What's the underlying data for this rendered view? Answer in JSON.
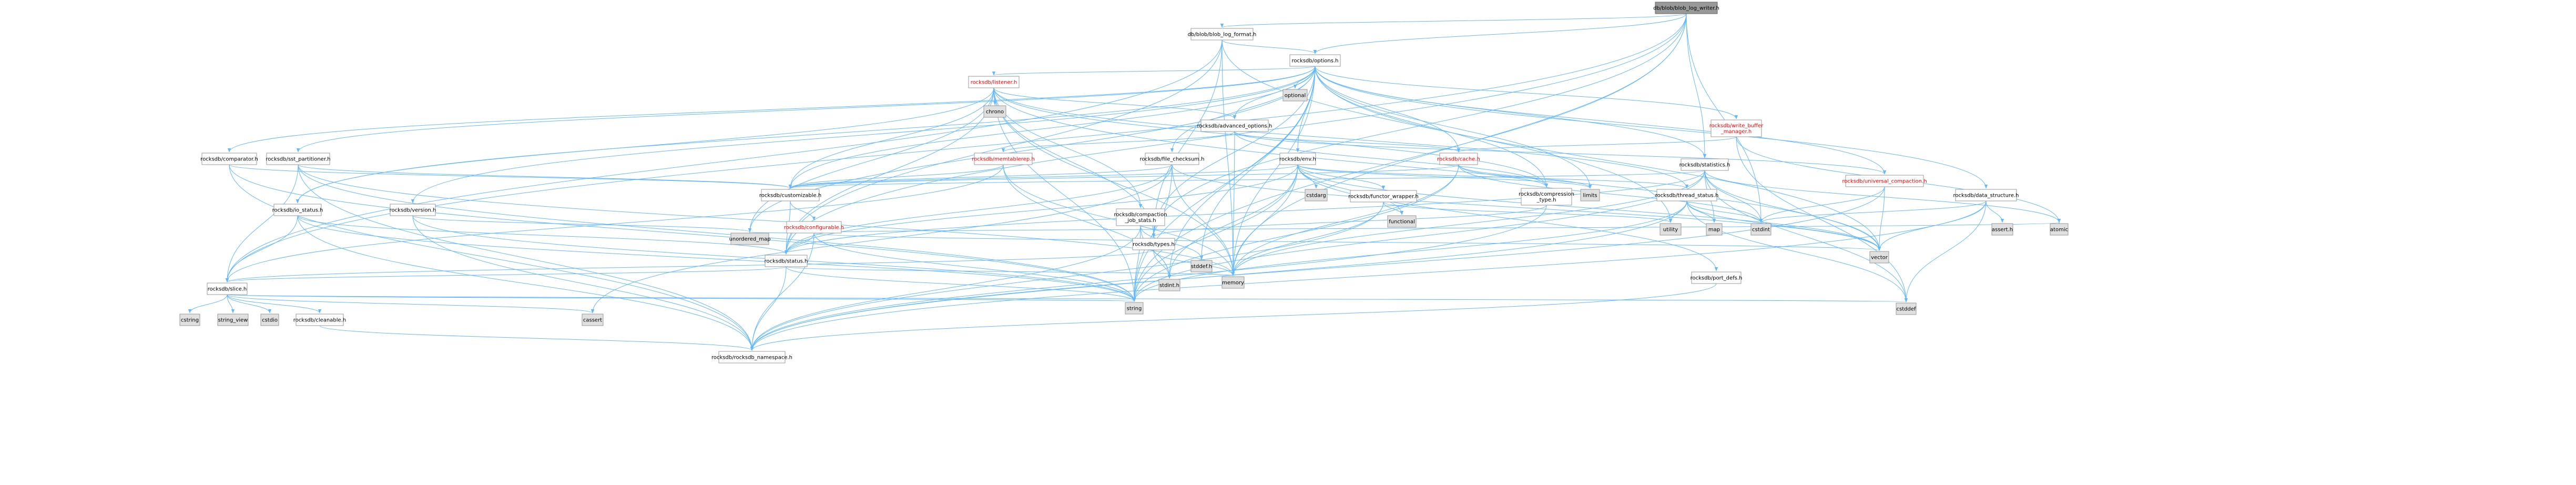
{
  "graph": {
    "colors": {
      "root_fill": "#999999",
      "root_border": "#666666",
      "node_fill": "#ffffff",
      "node_border": "#999999",
      "sys_fill": "#e0e0e0",
      "sys_border": "#999999",
      "red_text": "#ff0000",
      "edge": "#63b8ff"
    },
    "nodes": [
      {
        "id": "root",
        "label": "db/blob/blob_log_writer.h",
        "kind": "root"
      },
      {
        "id": "blf",
        "label": "db/blob/blob_log_format.h",
        "kind": "file"
      },
      {
        "id": "opt",
        "label": "rocksdb/options.h",
        "kind": "file"
      },
      {
        "id": "optional",
        "label": "optional",
        "kind": "sys"
      },
      {
        "id": "listener",
        "label": "rocksdb/listener.h",
        "kind": "red"
      },
      {
        "id": "chrono",
        "label": "chrono",
        "kind": "sys"
      },
      {
        "id": "advopt",
        "label": "rocksdb/advanced_options.h",
        "kind": "file"
      },
      {
        "id": "memtablerep",
        "label": "rocksdb/memtablerep.h",
        "kind": "red"
      },
      {
        "id": "fchk",
        "label": "rocksdb/file_checksum.h",
        "kind": "file"
      },
      {
        "id": "env",
        "label": "rocksdb/env.h",
        "kind": "file"
      },
      {
        "id": "cache",
        "label": "rocksdb/cache.h",
        "kind": "red"
      },
      {
        "id": "statistics",
        "label": "rocksdb/statistics.h",
        "kind": "file"
      },
      {
        "id": "wbm",
        "label": "rocksdb/write_buffer\n_manager.h",
        "kind": "red"
      },
      {
        "id": "comparator",
        "label": "rocksdb/comparator.h",
        "kind": "file"
      },
      {
        "id": "sstp",
        "label": "rocksdb/sst_partitioner.h",
        "kind": "file"
      },
      {
        "id": "customizable",
        "label": "rocksdb/customizable.h",
        "kind": "file"
      },
      {
        "id": "configurable",
        "label": "rocksdb/configurable.h",
        "kind": "red"
      },
      {
        "id": "iostatus",
        "label": "rocksdb/io_status.h",
        "kind": "file"
      },
      {
        "id": "version",
        "label": "rocksdb/version.h",
        "kind": "file"
      },
      {
        "id": "cjs",
        "label": "rocksdb/compaction\n_job_stats.h",
        "kind": "file"
      },
      {
        "id": "cstdarg",
        "label": "cstdarg",
        "kind": "sys"
      },
      {
        "id": "fw",
        "label": "rocksdb/functor_wrapper.h",
        "kind": "file"
      },
      {
        "id": "ct",
        "label": "rocksdb/compression\n_type.h",
        "kind": "file"
      },
      {
        "id": "limits",
        "label": "limits",
        "kind": "sys"
      },
      {
        "id": "threadstatus",
        "label": "rocksdb/thread_status.h",
        "kind": "file"
      },
      {
        "id": "uc",
        "label": "rocksdb/universal_compaction.h",
        "kind": "red"
      },
      {
        "id": "ds",
        "label": "rocksdb/data_structure.h",
        "kind": "file"
      },
      {
        "id": "types",
        "label": "rocksdb/types.h",
        "kind": "file"
      },
      {
        "id": "status",
        "label": "rocksdb/status.h",
        "kind": "file"
      },
      {
        "id": "unordered_map",
        "label": "unordered_map",
        "kind": "sys"
      },
      {
        "id": "stdint",
        "label": "stdint.h",
        "kind": "sys"
      },
      {
        "id": "stddef",
        "label": "stddef.h",
        "kind": "sys"
      },
      {
        "id": "functional",
        "label": "functional",
        "kind": "sys"
      },
      {
        "id": "utility",
        "label": "utility",
        "kind": "sys"
      },
      {
        "id": "map",
        "label": "map",
        "kind": "sys"
      },
      {
        "id": "cstdint",
        "label": "cstdint",
        "kind": "sys"
      },
      {
        "id": "assert",
        "label": "assert.h",
        "kind": "sys"
      },
      {
        "id": "atomic",
        "label": "atomic",
        "kind": "sys"
      },
      {
        "id": "vector",
        "label": "vector",
        "kind": "sys"
      },
      {
        "id": "memory",
        "label": "memory",
        "kind": "sys"
      },
      {
        "id": "portdefs",
        "label": "rocksdb/port_defs.h",
        "kind": "file"
      },
      {
        "id": "slice",
        "label": "rocksdb/slice.h",
        "kind": "file"
      },
      {
        "id": "cassert",
        "label": "cassert",
        "kind": "sys"
      },
      {
        "id": "cstring",
        "label": "cstring",
        "kind": "sys"
      },
      {
        "id": "string_view",
        "label": "string_view",
        "kind": "sys"
      },
      {
        "id": "cstdio",
        "label": "cstdio",
        "kind": "sys"
      },
      {
        "id": "cleanable",
        "label": "rocksdb/cleanable.h",
        "kind": "file"
      },
      {
        "id": "string",
        "label": "string",
        "kind": "sys"
      },
      {
        "id": "cstddef",
        "label": "cstddef",
        "kind": "sys"
      },
      {
        "id": "ns",
        "label": "rocksdb/rocksdb_namespace.h",
        "kind": "file"
      }
    ],
    "edges": [
      [
        "root",
        "blf"
      ],
      [
        "root",
        "opt"
      ],
      [
        "root",
        "slice"
      ],
      [
        "root",
        "status"
      ],
      [
        "root",
        "types"
      ],
      [
        "root",
        "memory"
      ],
      [
        "root",
        "string"
      ],
      [
        "root",
        "cstdint"
      ],
      [
        "root",
        "statistics"
      ],
      [
        "blf",
        "opt"
      ],
      [
        "blf",
        "slice"
      ],
      [
        "blf",
        "status"
      ],
      [
        "blf",
        "types"
      ],
      [
        "blf",
        "memory"
      ],
      [
        "blf",
        "utility"
      ],
      [
        "opt",
        "optional"
      ],
      [
        "opt",
        "listener"
      ],
      [
        "opt",
        "advopt"
      ],
      [
        "opt",
        "fchk"
      ],
      [
        "opt",
        "env"
      ],
      [
        "opt",
        "cache"
      ],
      [
        "opt",
        "statistics"
      ],
      [
        "opt",
        "wbm"
      ],
      [
        "opt",
        "comparator"
      ],
      [
        "opt",
        "sstp"
      ],
      [
        "opt",
        "customizable"
      ],
      [
        "opt",
        "iostatus"
      ],
      [
        "opt",
        "version"
      ],
      [
        "opt",
        "ct"
      ],
      [
        "opt",
        "ds"
      ],
      [
        "opt",
        "types"
      ],
      [
        "opt",
        "uc"
      ],
      [
        "opt",
        "limits"
      ],
      [
        "opt",
        "unordered_map"
      ],
      [
        "opt",
        "stdint"
      ],
      [
        "opt",
        "stddef"
      ],
      [
        "opt",
        "vector"
      ],
      [
        "opt",
        "memory"
      ],
      [
        "opt",
        "string"
      ],
      [
        "listener",
        "chrono"
      ],
      [
        "listener",
        "advopt"
      ],
      [
        "listener",
        "cjs"
      ],
      [
        "listener",
        "ct"
      ],
      [
        "listener",
        "customizable"
      ],
      [
        "listener",
        "iostatus"
      ],
      [
        "listener",
        "status"
      ],
      [
        "listener",
        "threadstatus"
      ],
      [
        "listener",
        "types"
      ],
      [
        "listener",
        "memory"
      ],
      [
        "listener",
        "string"
      ],
      [
        "listener",
        "unordered_map"
      ],
      [
        "listener",
        "vector"
      ],
      [
        "advopt",
        "memtablerep"
      ],
      [
        "advopt",
        "cache"
      ],
      [
        "advopt",
        "ct"
      ],
      [
        "advopt",
        "uc"
      ],
      [
        "advopt",
        "memory"
      ],
      [
        "memtablerep",
        "customizable"
      ],
      [
        "memtablerep",
        "slice"
      ],
      [
        "memtablerep",
        "memory"
      ],
      [
        "memtablerep",
        "stdint"
      ],
      [
        "fchk",
        "customizable"
      ],
      [
        "fchk",
        "status"
      ],
      [
        "fchk",
        "cassert"
      ],
      [
        "fchk",
        "memory"
      ],
      [
        "fchk",
        "string"
      ],
      [
        "fchk",
        "vector"
      ],
      [
        "env",
        "customizable"
      ],
      [
        "env",
        "fw"
      ],
      [
        "env",
        "status"
      ],
      [
        "env",
        "threadstatus"
      ],
      [
        "env",
        "cstdarg"
      ],
      [
        "env",
        "functional"
      ],
      [
        "env",
        "limits"
      ],
      [
        "env",
        "memory"
      ],
      [
        "env",
        "string"
      ],
      [
        "env",
        "vector"
      ],
      [
        "env",
        "portdefs"
      ],
      [
        "env",
        "stdint"
      ],
      [
        "cache",
        "ct"
      ],
      [
        "cache",
        "customizable"
      ],
      [
        "cache",
        "memory"
      ],
      [
        "cache",
        "string"
      ],
      [
        "cache",
        "cstdint"
      ],
      [
        "cache",
        "limits"
      ],
      [
        "statistics",
        "customizable"
      ],
      [
        "statistics",
        "status"
      ],
      [
        "statistics",
        "atomic"
      ],
      [
        "statistics",
        "cstddef"
      ],
      [
        "statistics",
        "cstdint"
      ],
      [
        "statistics",
        "map"
      ],
      [
        "statistics",
        "memory"
      ],
      [
        "statistics",
        "string"
      ],
      [
        "statistics",
        "vector"
      ],
      [
        "wbm",
        "cache"
      ],
      [
        "wbm",
        "atomic"
      ],
      [
        "wbm",
        "cstddef"
      ],
      [
        "comparator",
        "customizable"
      ],
      [
        "comparator",
        "ns"
      ],
      [
        "comparator",
        "string"
      ],
      [
        "sstp",
        "customizable"
      ],
      [
        "sstp",
        "slice"
      ],
      [
        "sstp",
        "ns"
      ],
      [
        "sstp",
        "memory"
      ],
      [
        "sstp",
        "string"
      ],
      [
        "customizable",
        "configurable"
      ],
      [
        "customizable",
        "status"
      ],
      [
        "configurable",
        "ns"
      ],
      [
        "configurable",
        "status"
      ],
      [
        "configurable",
        "string"
      ],
      [
        "configurable",
        "unordered_map"
      ],
      [
        "configurable",
        "vector"
      ],
      [
        "configurable",
        "atomic"
      ],
      [
        "iostatus",
        "slice"
      ],
      [
        "iostatus",
        "status"
      ],
      [
        "iostatus",
        "ns"
      ],
      [
        "iostatus",
        "string"
      ],
      [
        "version",
        "ns"
      ],
      [
        "version",
        "string"
      ],
      [
        "version",
        "unordered_map"
      ],
      [
        "cjs",
        "stddef"
      ],
      [
        "cjs",
        "stdint"
      ],
      [
        "cjs",
        "string"
      ],
      [
        "cjs",
        "ns"
      ],
      [
        "fw",
        "functional"
      ],
      [
        "fw",
        "memory"
      ],
      [
        "fw",
        "utility"
      ],
      [
        "fw",
        "ns"
      ],
      [
        "ct",
        "types"
      ],
      [
        "ct",
        "ns"
      ],
      [
        "threadstatus",
        "cstddef"
      ],
      [
        "threadstatus",
        "cstdint"
      ],
      [
        "threadstatus",
        "map"
      ],
      [
        "threadstatus",
        "string"
      ],
      [
        "threadstatus",
        "utility"
      ],
      [
        "threadstatus",
        "vector"
      ],
      [
        "threadstatus",
        "ns"
      ],
      [
        "uc",
        "cstdint"
      ],
      [
        "uc",
        "vector"
      ],
      [
        "uc",
        "ns"
      ],
      [
        "ds",
        "assert"
      ],
      [
        "ds",
        "cstddef"
      ],
      [
        "ds",
        "cstdint"
      ],
      [
        "ds",
        "vector"
      ],
      [
        "ds",
        "ns"
      ],
      [
        "types",
        "slice"
      ],
      [
        "types",
        "stdint"
      ],
      [
        "types",
        "memory"
      ],
      [
        "status",
        "slice"
      ],
      [
        "status",
        "memory"
      ],
      [
        "status",
        "string"
      ],
      [
        "status",
        "ns"
      ],
      [
        "portdefs",
        "ns"
      ],
      [
        "slice",
        "cassert"
      ],
      [
        "slice",
        "cstring"
      ],
      [
        "slice",
        "string_view"
      ],
      [
        "slice",
        "cstdio"
      ],
      [
        "slice",
        "cleanable"
      ],
      [
        "slice",
        "string"
      ],
      [
        "slice",
        "cstddef"
      ],
      [
        "cleanable",
        "ns"
      ]
    ]
  }
}
